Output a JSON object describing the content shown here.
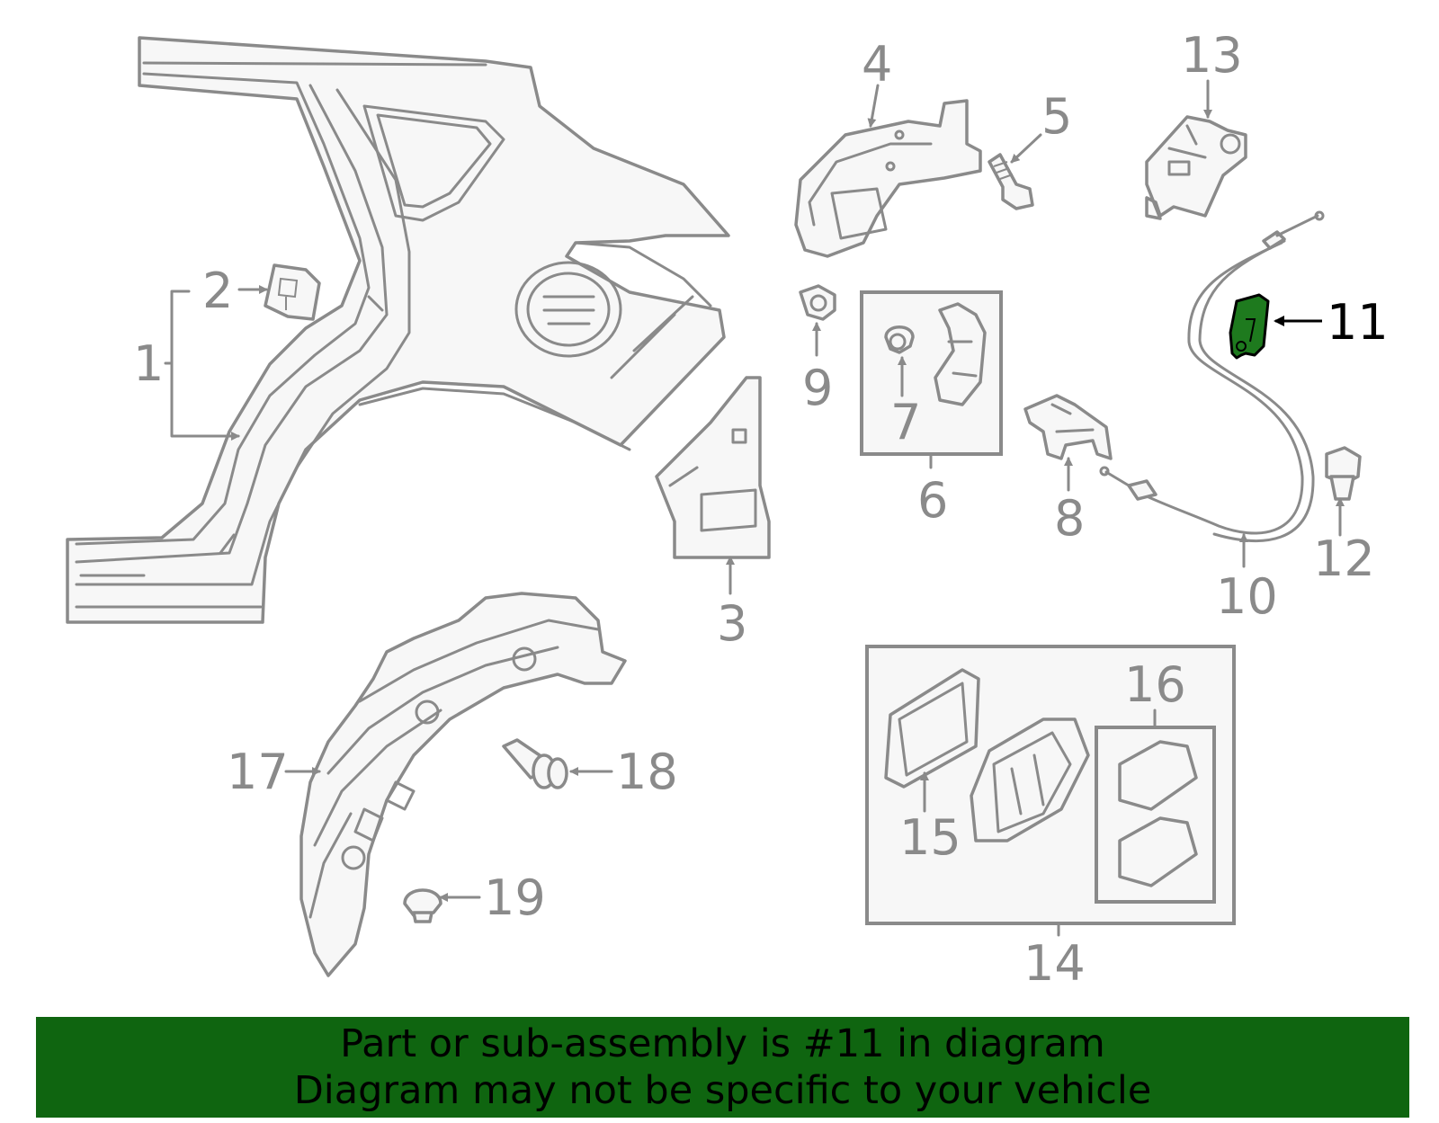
{
  "diagram": {
    "callouts": [
      "1",
      "2",
      "3",
      "4",
      "5",
      "6",
      "7",
      "8",
      "9",
      "10",
      "11",
      "12",
      "13",
      "14",
      "15",
      "16",
      "17",
      "18",
      "19"
    ],
    "highlighted_callout": "11",
    "highlight_color": "#1e7a1e",
    "line_color": "#8a8a8a"
  },
  "banner": {
    "line1": "Part or sub-assembly is #11 in diagram",
    "line2": "Diagram may not be specific to your vehicle",
    "background": "#0f6510"
  }
}
